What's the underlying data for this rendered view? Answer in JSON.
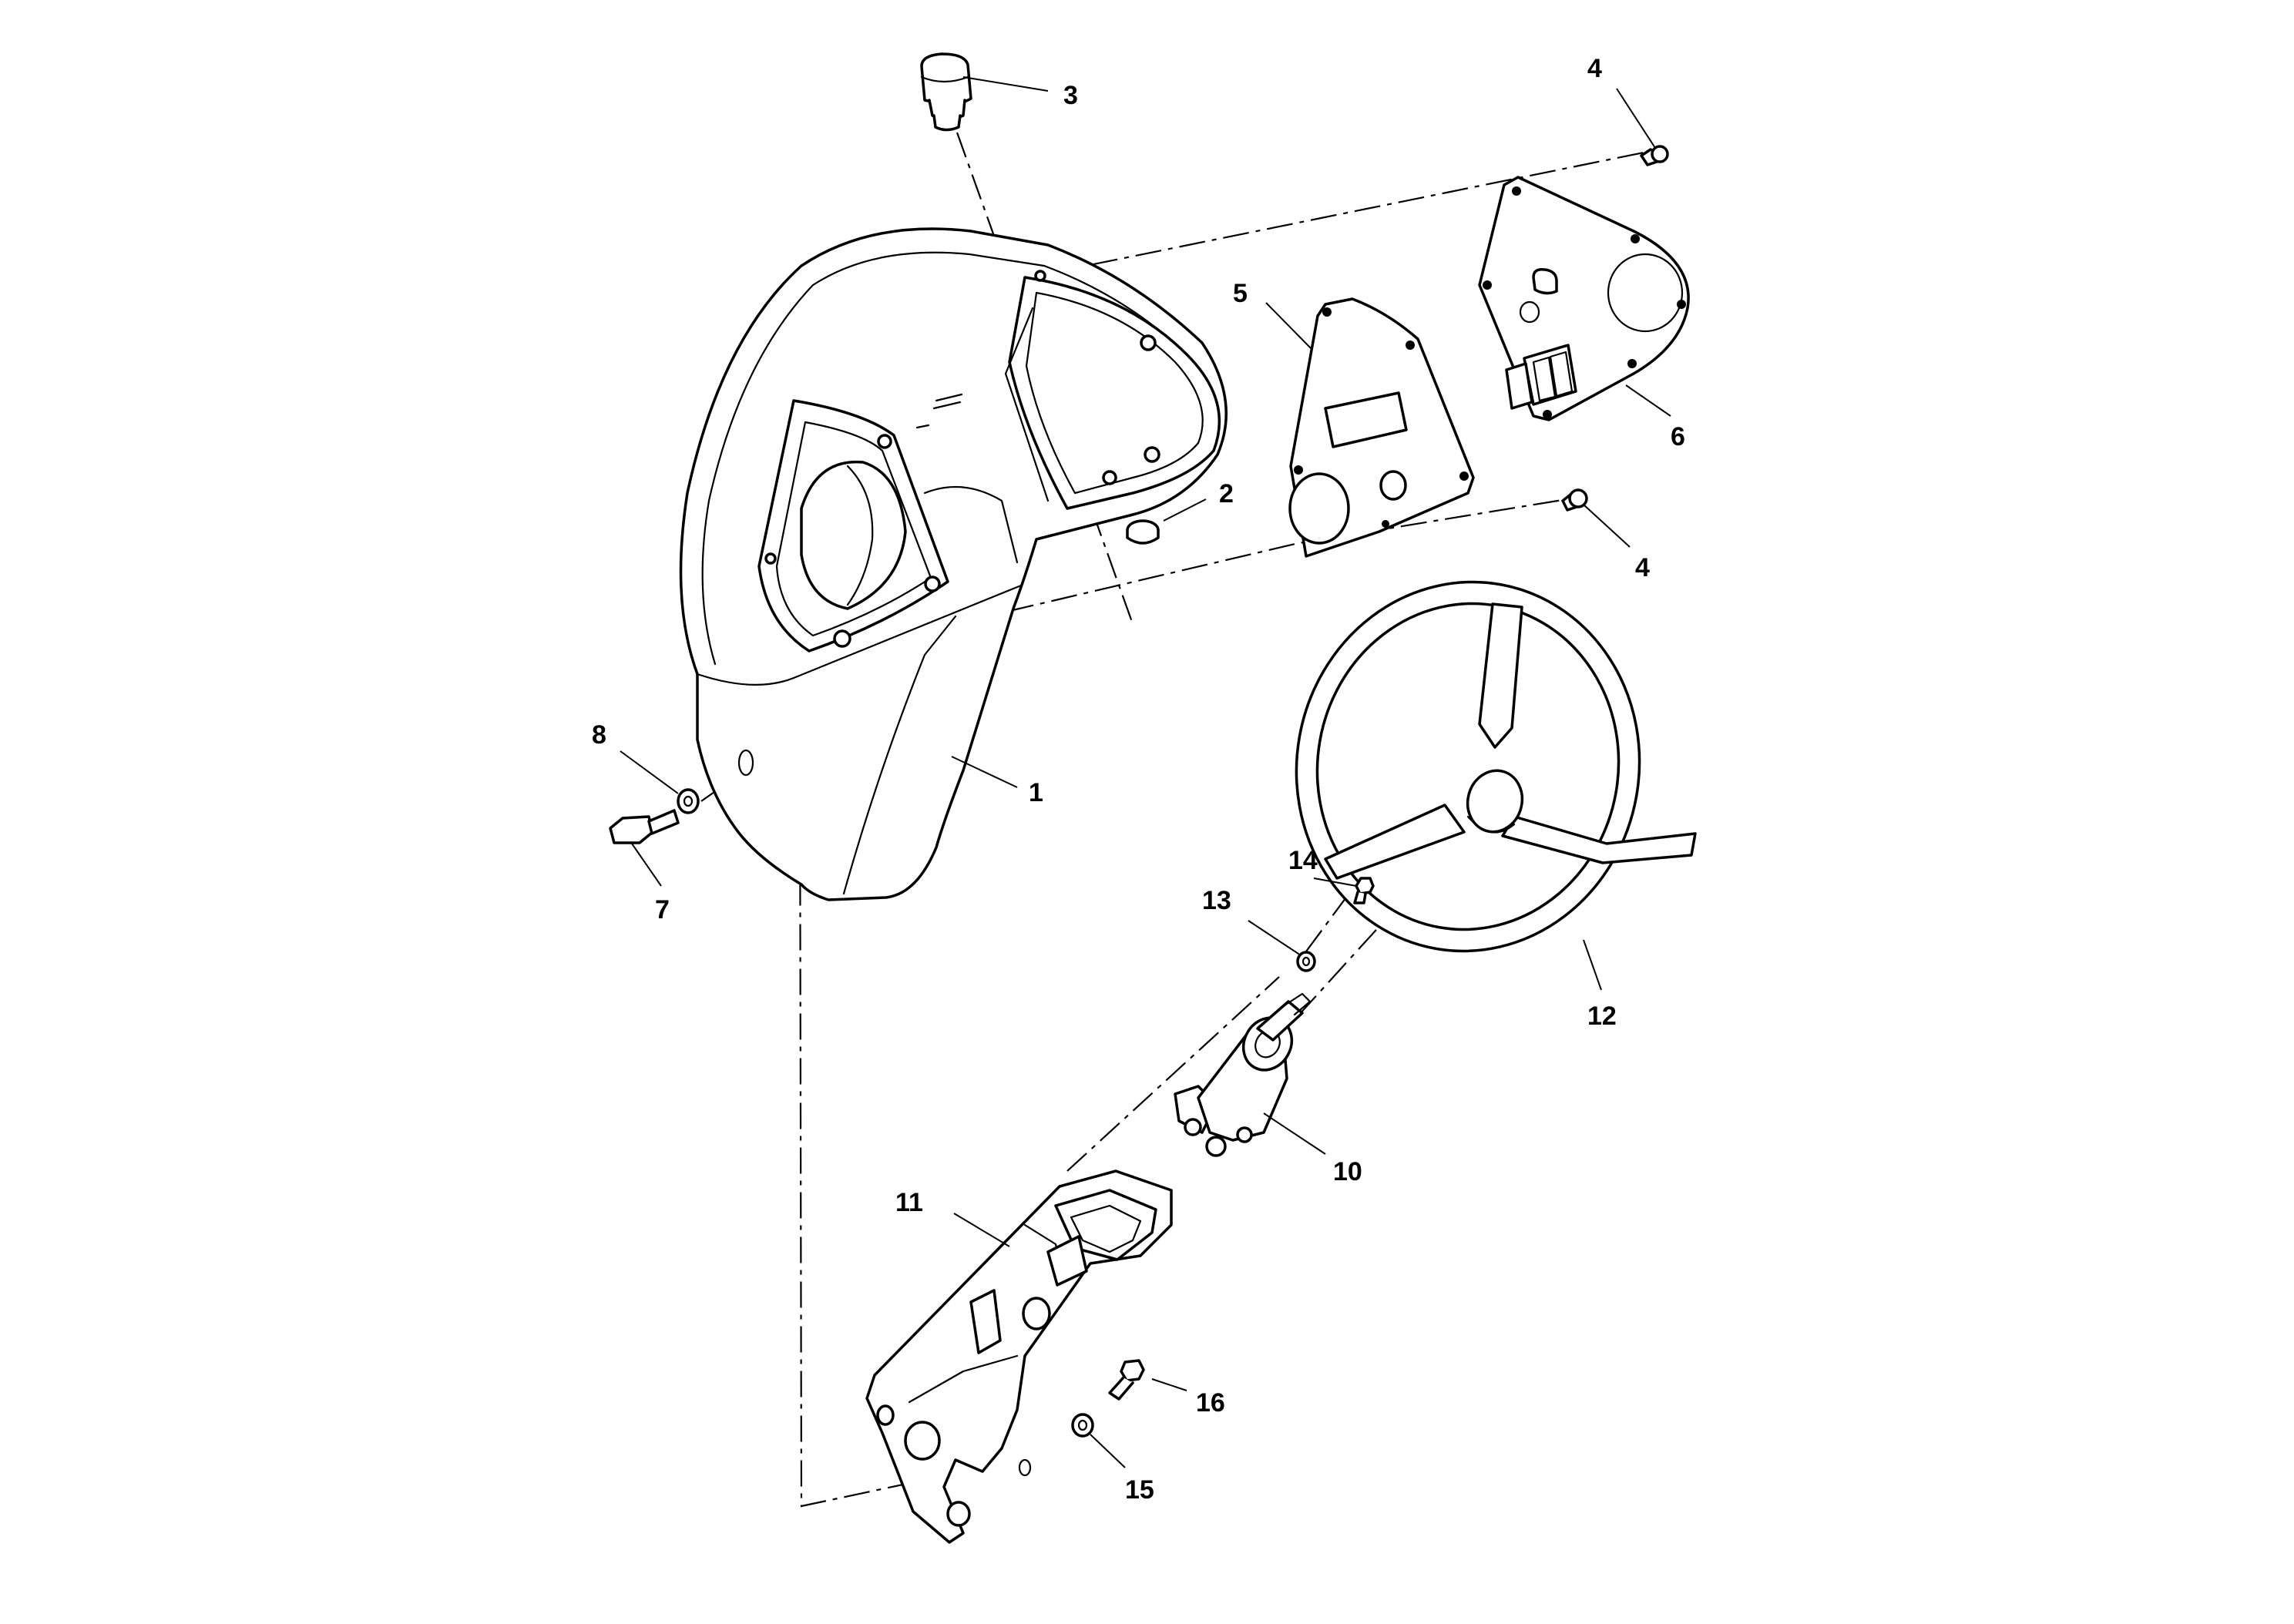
{
  "callouts": [
    {
      "id": "c1",
      "label": "1"
    },
    {
      "id": "c2",
      "label": "2"
    },
    {
      "id": "c3",
      "label": "3"
    },
    {
      "id": "c4a",
      "label": "4"
    },
    {
      "id": "c4b",
      "label": "4"
    },
    {
      "id": "c5",
      "label": "5"
    },
    {
      "id": "c6",
      "label": "6"
    },
    {
      "id": "c7",
      "label": "7"
    },
    {
      "id": "c8",
      "label": "8"
    },
    {
      "id": "c10",
      "label": "10"
    },
    {
      "id": "c11",
      "label": "11"
    },
    {
      "id": "c12",
      "label": "12"
    },
    {
      "id": "c13",
      "label": "13"
    },
    {
      "id": "c14",
      "label": "14"
    },
    {
      "id": "c15",
      "label": "15"
    },
    {
      "id": "c16",
      "label": "16"
    }
  ]
}
